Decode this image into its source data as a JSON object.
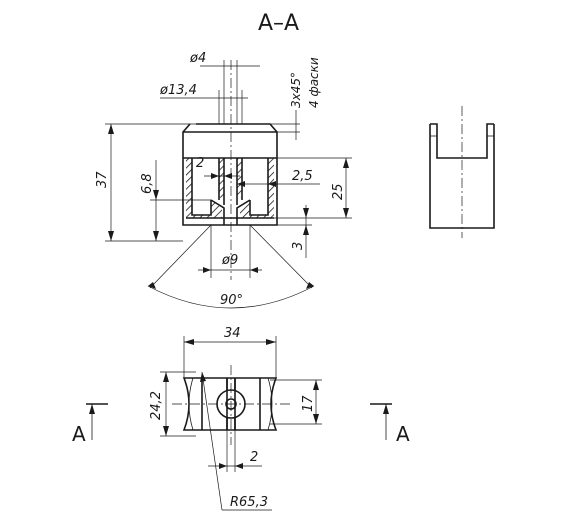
{
  "section_title": "A–A",
  "section_marks": {
    "left": "A",
    "right": "A"
  },
  "dimensions": {
    "d_hole": "ø4",
    "d_bore": "ø13,4",
    "chamfer": "3x45°",
    "chamfer_note": "4 фаски",
    "height_total": "37",
    "height_inner": "6,8",
    "wall": "2",
    "wall_bottom": "2,5",
    "height_cup": "25",
    "bottom_gap": "3",
    "d_bottom": "ø9",
    "angle": "90°",
    "width": "34",
    "depth_outer": "24,2",
    "depth_inner": "17",
    "slot": "2",
    "radius": "R65,3"
  }
}
